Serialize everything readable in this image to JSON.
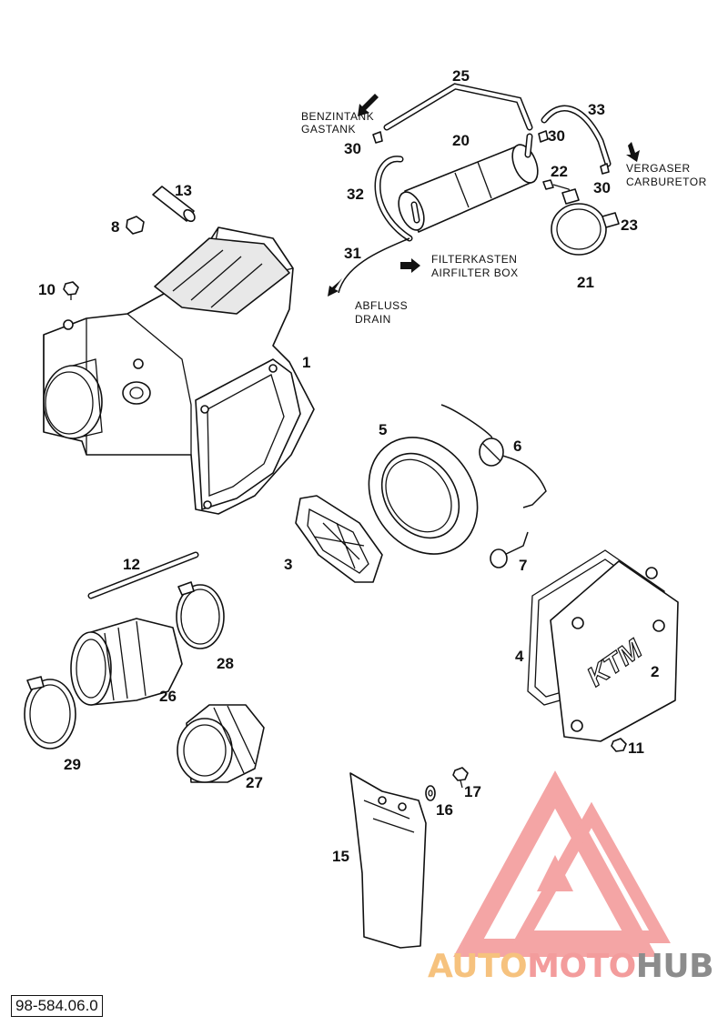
{
  "parts": {
    "p1": "1",
    "p2": "2",
    "p3": "3",
    "p4": "4",
    "p5": "5",
    "p6": "6",
    "p7": "7",
    "p8": "8",
    "p10": "10",
    "p11": "11",
    "p12": "12",
    "p13": "13",
    "p15": "15",
    "p16": "16",
    "p17": "17",
    "p20": "20",
    "p21": "21",
    "p22": "22",
    "p23": "23",
    "p25": "25",
    "p26": "26",
    "p27": "27",
    "p28": "28",
    "p29": "29",
    "p30a": "30",
    "p30b": "30",
    "p30c": "30",
    "p31": "31",
    "p32": "32",
    "p33": "33"
  },
  "notes": {
    "gastank_de": "BENZINTANK",
    "gastank_en": "GASTANK",
    "carb_de": "VERGASER",
    "carb_en": "CARBURETOR",
    "airbox_de": "FILTERKASTEN",
    "airbox_en": "AIRFILTER BOX",
    "drain_de": "ABFLUSS",
    "drain_en": "DRAIN"
  },
  "cover_logo": "KTM",
  "reference_code": "98-584.06.0",
  "watermark": {
    "part1": "AUTO",
    "part2": "MOTO",
    "part3": "HUB"
  },
  "colors": {
    "watermark_red": "#f39c9c",
    "watermark_orange": "#f6c27e",
    "watermark_gray": "#8c8c8c"
  }
}
